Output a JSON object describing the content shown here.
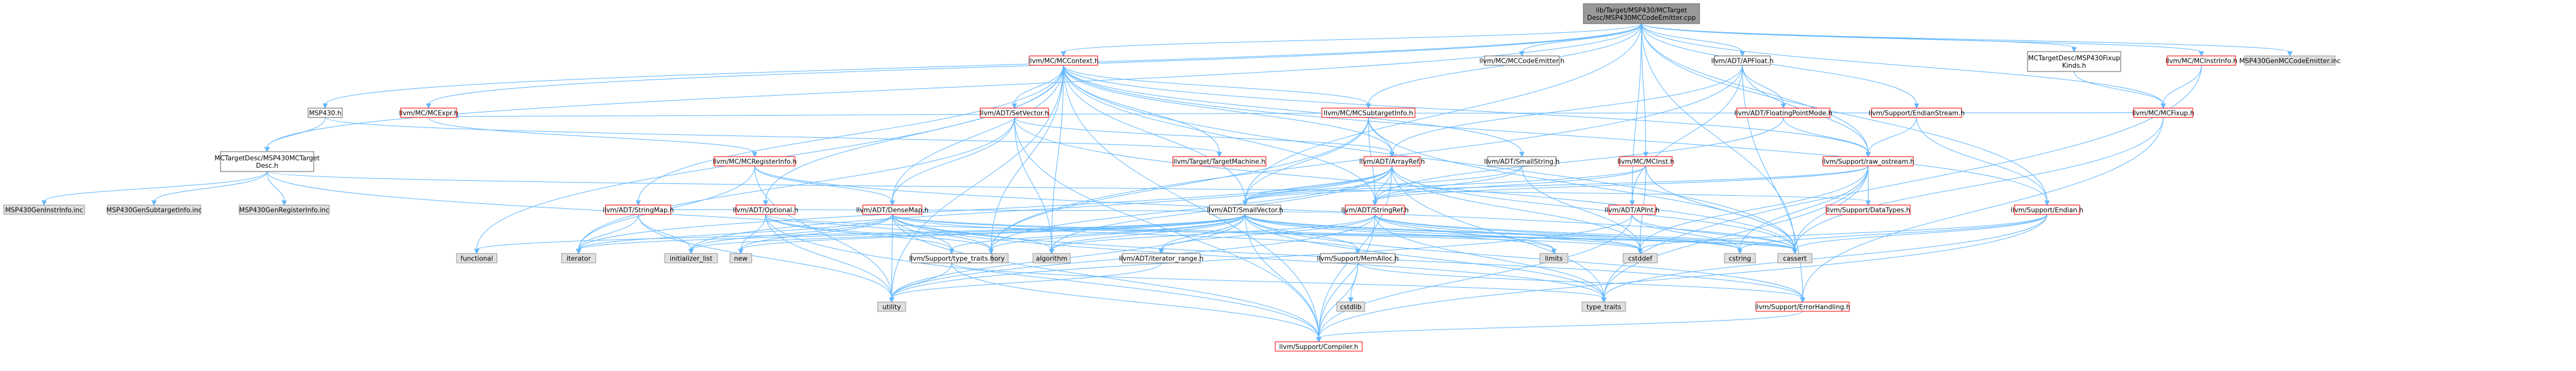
{
  "nodes": [
    {
      "id": "root",
      "lines": [
        "lib/Target/MSP430/MCTarget",
        "Desc/MSP430MCCodeEmitter.cpp"
      ],
      "kind": "root"
    },
    {
      "id": "mccontext",
      "lines": [
        "llvm/MC/MCContext.h"
      ],
      "kind": "doc"
    },
    {
      "id": "mccodeemitter",
      "lines": [
        "llvm/MC/MCCodeEmitter.h"
      ],
      "kind": "plain"
    },
    {
      "id": "apfloat",
      "lines": [
        "llvm/ADT/APFloat.h"
      ],
      "kind": "plain"
    },
    {
      "id": "fixupkinds",
      "lines": [
        "MCTargetDesc/MSP430Fixup",
        "Kinds.h"
      ],
      "kind": "plain"
    },
    {
      "id": "mcinstrinfo",
      "lines": [
        "llvm/MC/MCInstrInfo.h"
      ],
      "kind": "doc"
    },
    {
      "id": "genmccodeemitter",
      "lines": [
        "MSP430GenMCCodeEmitter.inc"
      ],
      "kind": "gray"
    },
    {
      "id": "msp430h",
      "lines": [
        "MSP430.h"
      ],
      "kind": "plain"
    },
    {
      "id": "mcexpr",
      "lines": [
        "llvm/MC/MCExpr.h"
      ],
      "kind": "doc"
    },
    {
      "id": "setvector",
      "lines": [
        "llvm/ADT/SetVector.h"
      ],
      "kind": "doc"
    },
    {
      "id": "mcsubtargetinfo",
      "lines": [
        "llvm/MC/MCSubtargetInfo.h"
      ],
      "kind": "doc"
    },
    {
      "id": "floatingpointmode",
      "lines": [
        "llvm/ADT/FloatingPointMode.h"
      ],
      "kind": "doc"
    },
    {
      "id": "endianstream",
      "lines": [
        "llvm/Support/EndianStream.h"
      ],
      "kind": "doc"
    },
    {
      "id": "mcfixup",
      "lines": [
        "llvm/MC/MCFixup.h"
      ],
      "kind": "doc"
    },
    {
      "id": "mctargetdesc",
      "lines": [
        "MCTargetDesc/MSP430MCTarget",
        "Desc.h"
      ],
      "kind": "plain"
    },
    {
      "id": "mcregisterinfo",
      "lines": [
        "llvm/MC/MCRegisterInfo.h"
      ],
      "kind": "doc"
    },
    {
      "id": "targetmachine",
      "lines": [
        "llvm/Target/TargetMachine.h"
      ],
      "kind": "doc"
    },
    {
      "id": "arrayref",
      "lines": [
        "llvm/ADT/ArrayRef.h"
      ],
      "kind": "doc"
    },
    {
      "id": "smallstring",
      "lines": [
        "llvm/ADT/SmallString.h"
      ],
      "kind": "plain"
    },
    {
      "id": "mcinst",
      "lines": [
        "llvm/MC/MCInst.h"
      ],
      "kind": "doc"
    },
    {
      "id": "raw_ostream",
      "lines": [
        "llvm/Support/raw_ostream.h"
      ],
      "kind": "doc"
    },
    {
      "id": "geninstrinfo",
      "lines": [
        "MSP430GenInstrInfo.inc"
      ],
      "kind": "gray"
    },
    {
      "id": "gensubtargetinfo",
      "lines": [
        "MSP430GenSubtargetInfo.inc"
      ],
      "kind": "gray"
    },
    {
      "id": "genregisterinfo",
      "lines": [
        "MSP430GenRegisterInfo.inc"
      ],
      "kind": "gray"
    },
    {
      "id": "stringmap",
      "lines": [
        "llvm/ADT/StringMap.h"
      ],
      "kind": "doc"
    },
    {
      "id": "optional",
      "lines": [
        "llvm/ADT/Optional.h"
      ],
      "kind": "doc"
    },
    {
      "id": "densemap",
      "lines": [
        "llvm/ADT/DenseMap.h"
      ],
      "kind": "doc"
    },
    {
      "id": "smallvector",
      "lines": [
        "llvm/ADT/SmallVector.h"
      ],
      "kind": "plain"
    },
    {
      "id": "stringref",
      "lines": [
        "llvm/ADT/StringRef.h"
      ],
      "kind": "doc"
    },
    {
      "id": "apint",
      "lines": [
        "llvm/ADT/APInt.h"
      ],
      "kind": "doc"
    },
    {
      "id": "datatypes",
      "lines": [
        "llvm/Support/DataTypes.h"
      ],
      "kind": "doc"
    },
    {
      "id": "endian",
      "lines": [
        "llvm/Support/Endian.h"
      ],
      "kind": "doc"
    },
    {
      "id": "functional",
      "lines": [
        "functional"
      ],
      "kind": "gray"
    },
    {
      "id": "iterator",
      "lines": [
        "iterator"
      ],
      "kind": "gray"
    },
    {
      "id": "initializer_list",
      "lines": [
        "initializer_list"
      ],
      "kind": "gray"
    },
    {
      "id": "new",
      "lines": [
        "new"
      ],
      "kind": "gray"
    },
    {
      "id": "memory",
      "lines": [
        "memory"
      ],
      "kind": "gray"
    },
    {
      "id": "algorithm",
      "lines": [
        "algorithm"
      ],
      "kind": "gray"
    },
    {
      "id": "type_traits_llvm",
      "lines": [
        "llvm/Support/type_traits.h"
      ],
      "kind": "plain"
    },
    {
      "id": "iterator_range",
      "lines": [
        "llvm/ADT/iterator_range.h"
      ],
      "kind": "plain"
    },
    {
      "id": "memalloc",
      "lines": [
        "llvm/Support/MemAlloc.h"
      ],
      "kind": "plain"
    },
    {
      "id": "limits",
      "lines": [
        "limits"
      ],
      "kind": "gray"
    },
    {
      "id": "cstddef",
      "lines": [
        "cstddef"
      ],
      "kind": "gray"
    },
    {
      "id": "cstring",
      "lines": [
        "cstring"
      ],
      "kind": "gray"
    },
    {
      "id": "cassert",
      "lines": [
        "cassert"
      ],
      "kind": "gray"
    },
    {
      "id": "utility",
      "lines": [
        "utility"
      ],
      "kind": "gray"
    },
    {
      "id": "cstdlib",
      "lines": [
        "cstdlib"
      ],
      "kind": "gray"
    },
    {
      "id": "type_traits",
      "lines": [
        "type_traits"
      ],
      "kind": "gray"
    },
    {
      "id": "errorhandling",
      "lines": [
        "llvm/Support/ErrorHandling.h"
      ],
      "kind": "doc"
    },
    {
      "id": "compiler",
      "lines": [
        "llvm/Support/Compiler.h"
      ],
      "kind": "doc"
    }
  ],
  "edges": [
    [
      "root",
      "mccontext"
    ],
    [
      "root",
      "mccodeemitter"
    ],
    [
      "root",
      "apfloat"
    ],
    [
      "root",
      "fixupkinds"
    ],
    [
      "root",
      "mcinstrinfo"
    ],
    [
      "root",
      "genmccodeemitter"
    ],
    [
      "root",
      "msp430h"
    ],
    [
      "root",
      "mctargetdesc"
    ],
    [
      "root",
      "mcexpr"
    ],
    [
      "root",
      "mcsubtargetinfo"
    ],
    [
      "root",
      "mcfixup"
    ],
    [
      "root",
      "mcinst"
    ],
    [
      "root",
      "raw_ostream"
    ],
    [
      "root",
      "endianstream"
    ],
    [
      "root",
      "smallvector"
    ],
    [
      "root",
      "endian"
    ],
    [
      "root",
      "apint"
    ],
    [
      "root",
      "cassert"
    ],
    [
      "mccontext",
      "setvector"
    ],
    [
      "mccontext",
      "mcsubtargetinfo"
    ],
    [
      "mccontext",
      "arrayref"
    ],
    [
      "mccontext",
      "stringmap"
    ],
    [
      "mccontext",
      "optional"
    ],
    [
      "mccontext",
      "densemap"
    ],
    [
      "mccontext",
      "smallstring"
    ],
    [
      "mccontext",
      "smallvector"
    ],
    [
      "mccontext",
      "stringref"
    ],
    [
      "mccontext",
      "raw_ostream"
    ],
    [
      "mccontext",
      "functional"
    ],
    [
      "mccontext",
      "memory"
    ],
    [
      "mccontext",
      "algorithm"
    ],
    [
      "mccontext",
      "cassert"
    ],
    [
      "mccontext",
      "compiler"
    ],
    [
      "mccontext",
      "endian"
    ],
    [
      "mccontext",
      "targetmachine"
    ],
    [
      "mccontext",
      "utility"
    ],
    [
      "apfloat",
      "apint"
    ],
    [
      "apfloat",
      "arrayref"
    ],
    [
      "apfloat",
      "floatingpointmode"
    ],
    [
      "apfloat",
      "errorhandling"
    ],
    [
      "apfloat",
      "memory"
    ],
    [
      "apfloat",
      "raw_ostream"
    ],
    [
      "fixupkinds",
      "mcfixup"
    ],
    [
      "mcinstrinfo",
      "mcfixup"
    ],
    [
      "mcinstrinfo",
      "type_traits"
    ],
    [
      "msp430h",
      "mctargetdesc"
    ],
    [
      "msp430h",
      "targetmachine"
    ],
    [
      "mcexpr",
      "mcregisterinfo"
    ],
    [
      "setvector",
      "arrayref"
    ],
    [
      "setvector",
      "densemap"
    ],
    [
      "setvector",
      "compiler"
    ],
    [
      "setvector",
      "algorithm"
    ],
    [
      "setvector",
      "cassert"
    ],
    [
      "setvector",
      "iterator"
    ],
    [
      "mcsubtargetinfo",
      "arrayref"
    ],
    [
      "mcsubtargetinfo",
      "stringref"
    ],
    [
      "mcsubtargetinfo",
      "smallvector"
    ],
    [
      "mcsubtargetinfo",
      "cassert"
    ],
    [
      "mcsubtargetinfo",
      "cstdint"
    ],
    [
      "mcsubtargetinfo",
      "memory"
    ],
    [
      "floatingpointmode",
      "raw_ostream"
    ],
    [
      "floatingpointmode",
      "stringref"
    ],
    [
      "endianstream",
      "endian"
    ],
    [
      "endianstream",
      "raw_ostream"
    ],
    [
      "mcfixup",
      "mcexpr"
    ],
    [
      "mcfixup",
      "errorhandling"
    ],
    [
      "mcfixup",
      "cassert"
    ],
    [
      "mctargetdesc",
      "geninstrinfo"
    ],
    [
      "mctargetdesc",
      "gensubtargetinfo"
    ],
    [
      "mctargetdesc",
      "genregisterinfo"
    ],
    [
      "mctargetdesc",
      "memory"
    ],
    [
      "mctargetdesc",
      "datatypes"
    ],
    [
      "mcregisterinfo",
      "densemap"
    ],
    [
      "mcregisterinfo",
      "iterator"
    ],
    [
      "mcregisterinfo",
      "cassert"
    ],
    [
      "mcregisterinfo",
      "cstdint"
    ],
    [
      "mcregisterinfo",
      "utility"
    ],
    [
      "arrayref",
      "smallvector"
    ],
    [
      "arrayref",
      "stringref"
    ],
    [
      "arrayref",
      "compiler"
    ],
    [
      "arrayref",
      "algorithm"
    ],
    [
      "arrayref",
      "cassert"
    ],
    [
      "arrayref",
      "cstddef"
    ],
    [
      "arrayref",
      "initializer_list"
    ],
    [
      "arrayref",
      "iterator"
    ],
    [
      "arrayref",
      "memory"
    ],
    [
      "arrayref",
      "type_traits"
    ],
    [
      "smallstring",
      "smallvector"
    ],
    [
      "smallstring",
      "stringref"
    ],
    [
      "smallstring",
      "cstddef"
    ],
    [
      "mcinst",
      "smallvector"
    ],
    [
      "mcinst",
      "stringref"
    ],
    [
      "mcinst",
      "cassert"
    ],
    [
      "mcinst",
      "cstddef"
    ],
    [
      "mcinst",
      "cstdint"
    ],
    [
      "raw_ostream",
      "smallvector"
    ],
    [
      "raw_ostream",
      "stringref"
    ],
    [
      "raw_ostream",
      "datatypes"
    ],
    [
      "raw_ostream",
      "cassert"
    ],
    [
      "raw_ostream",
      "cstddef"
    ],
    [
      "raw_ostream",
      "cstring"
    ],
    [
      "raw_ostream",
      "string"
    ],
    [
      "raw_ostream",
      "type_traits"
    ],
    [
      "stringmap",
      "stringref"
    ],
    [
      "stringmap",
      "iterator"
    ],
    [
      "stringmap",
      "initializer_list"
    ],
    [
      "stringmap",
      "utility"
    ],
    [
      "optional",
      "compiler"
    ],
    [
      "optional",
      "type_traits_llvm"
    ],
    [
      "optional",
      "cassert"
    ],
    [
      "optional",
      "memory"
    ],
    [
      "optional",
      "new"
    ],
    [
      "optional",
      "utility"
    ],
    [
      "densemap",
      "compiler"
    ],
    [
      "densemap",
      "type_traits_llvm"
    ],
    [
      "densemap",
      "memalloc"
    ],
    [
      "densemap",
      "algorithm"
    ],
    [
      "densemap",
      "cassert"
    ],
    [
      "densemap",
      "cstddef"
    ],
    [
      "densemap",
      "initializer_list"
    ],
    [
      "densemap",
      "iterator"
    ],
    [
      "densemap",
      "new"
    ],
    [
      "densemap",
      "type_traits"
    ],
    [
      "densemap",
      "utility"
    ],
    [
      "densemap",
      "errorhandling"
    ],
    [
      "smallvector",
      "compiler"
    ],
    [
      "smallvector",
      "errorhandling"
    ],
    [
      "smallvector",
      "memalloc"
    ],
    [
      "smallvector",
      "type_traits_llvm"
    ],
    [
      "smallvector",
      "iterator_range"
    ],
    [
      "smallvector",
      "algorithm"
    ],
    [
      "smallvector",
      "cassert"
    ],
    [
      "smallvector",
      "cstddef"
    ],
    [
      "smallvector",
      "cstring"
    ],
    [
      "smallvector",
      "functional"
    ],
    [
      "smallvector",
      "initializer_list"
    ],
    [
      "smallvector",
      "iterator"
    ],
    [
      "smallvector",
      "limits"
    ],
    [
      "smallvector",
      "memory"
    ],
    [
      "smallvector",
      "new"
    ],
    [
      "smallvector",
      "type_traits"
    ],
    [
      "smallvector",
      "utility"
    ],
    [
      "stringref",
      "iterator_range"
    ],
    [
      "stringref",
      "compiler"
    ],
    [
      "stringref",
      "algorithm"
    ],
    [
      "stringref",
      "cassert"
    ],
    [
      "stringref",
      "cstddef"
    ],
    [
      "stringref",
      "cstring"
    ],
    [
      "stringref",
      "limits"
    ],
    [
      "stringref",
      "type_traits"
    ],
    [
      "stringref",
      "utility"
    ],
    [
      "apint",
      "compiler"
    ],
    [
      "apint",
      "cassert"
    ],
    [
      "apint",
      "utility"
    ],
    [
      "apint",
      "cstring"
    ],
    [
      "endian",
      "compiler"
    ],
    [
      "endian",
      "cassert"
    ],
    [
      "endian",
      "cstddef"
    ],
    [
      "endian",
      "cstdint"
    ],
    [
      "endian",
      "cstring"
    ],
    [
      "endian",
      "type_traits"
    ],
    [
      "type_traits_llvm",
      "compiler"
    ],
    [
      "type_traits_llvm",
      "type_traits"
    ],
    [
      "type_traits_llvm",
      "utility"
    ],
    [
      "iterator_range",
      "utility"
    ],
    [
      "memalloc",
      "compiler"
    ],
    [
      "memalloc",
      "errorhandling"
    ],
    [
      "memalloc",
      "cstdlib"
    ],
    [
      "errorhandling",
      "compiler"
    ]
  ],
  "colors": {
    "root_fill": "#999999",
    "doc_fill": "#ffffff",
    "doc_border": "#ff0000",
    "plain_border": "#666666",
    "gray_fill": "#e0e0e0",
    "gray_border": "#999999",
    "edge": "#63b8ff"
  }
}
